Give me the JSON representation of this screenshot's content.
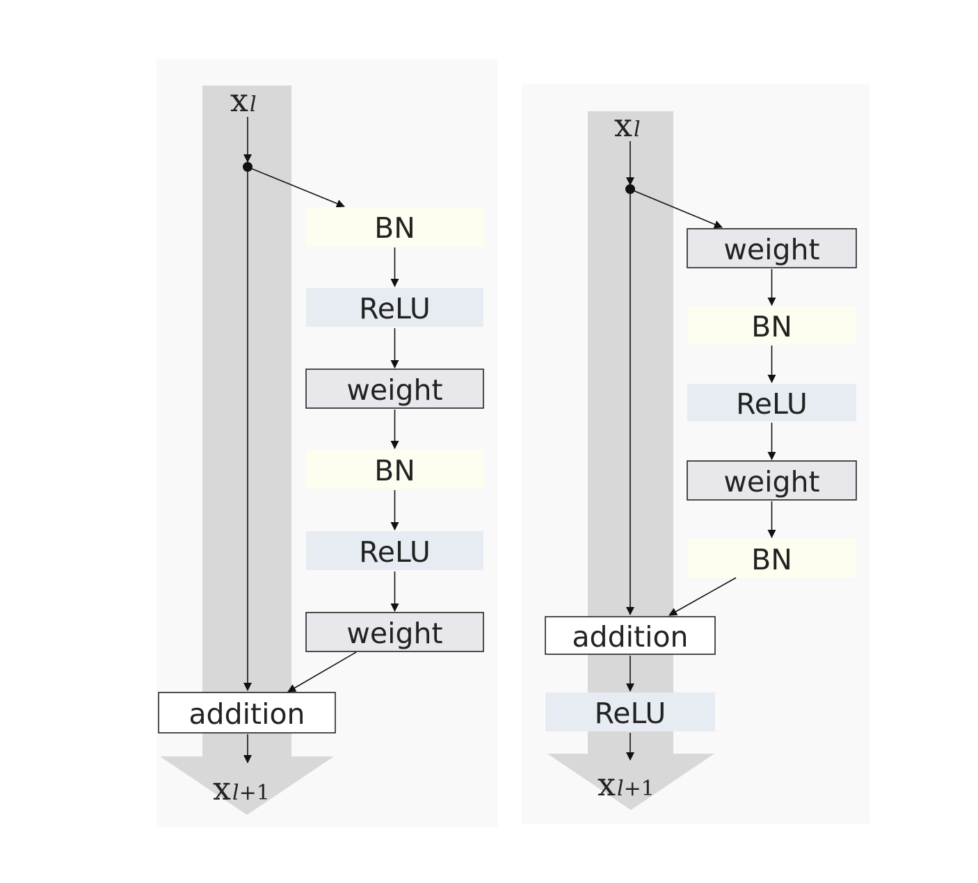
{
  "colors": {
    "panel_background": "#f9f9f9",
    "identity_path": "#d8d8d8",
    "bn_fill": "#fdfdf0",
    "relu_fill": "#e6ecf2",
    "weight_fill": "#e8e7ec",
    "addition_fill": "#ffffff",
    "box_stroke": "#222222",
    "arrow": "#111111"
  },
  "left_block": {
    "input_label": {
      "x": "x",
      "sub": "l"
    },
    "output_label": {
      "x": "x",
      "sub": "l",
      "sub_tail": "+1"
    },
    "layers": [
      "BN",
      "ReLU",
      "weight",
      "BN",
      "ReLU",
      "weight"
    ],
    "addition": "addition"
  },
  "right_block": {
    "input_label": {
      "x": "x",
      "sub": "l"
    },
    "output_label": {
      "x": "x",
      "sub": "l",
      "sub_tail": "+1"
    },
    "layers": [
      "weight",
      "BN",
      "ReLU",
      "weight",
      "BN"
    ],
    "addition": "addition",
    "post_addition": "ReLU"
  }
}
